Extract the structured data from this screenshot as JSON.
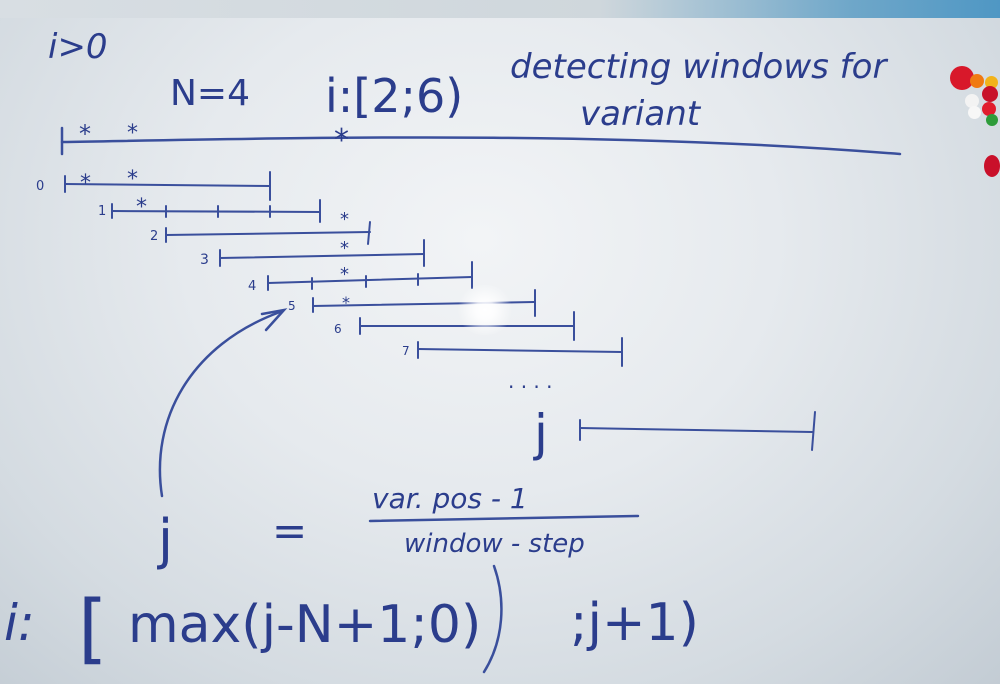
{
  "board": {
    "condition": "i>0",
    "n_value": "N=4",
    "range_top": "i:[2;6)",
    "title_line1": "detecting windows for",
    "title_line2": "variant",
    "marker": "*",
    "window_labels": [
      "0",
      "1",
      "2",
      "3",
      "4",
      "5",
      "6",
      "7"
    ],
    "ellipsis": ". . . .",
    "j_label": "j",
    "formula": {
      "lhs": "j",
      "equals": "=",
      "numerator": "var. pos - 1",
      "denominator": "window - step"
    },
    "range_bottom": {
      "prefix": "i:",
      "bracket": "[",
      "lower": "max(j-N+1;0)",
      "upper": ";j+1)"
    }
  },
  "colors": {
    "ink": "#2b3d8c",
    "board": "#e6eaee"
  },
  "magnets": [
    "red-magnet",
    "orange-magnet",
    "yellow-magnet",
    "green-magnet",
    "white-magnet"
  ]
}
